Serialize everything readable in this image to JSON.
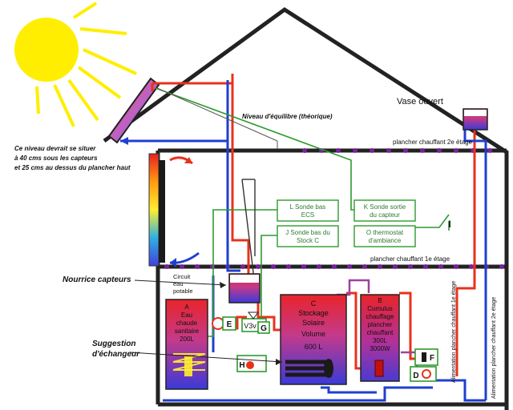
{
  "labels": {
    "vase_ouvert": "Vase ouvert",
    "niveau_equilibre": "Niveau d'équilibre (théorique)",
    "note_line1": "Ce niveau devrait se situer",
    "note_line2": "à 40 cms sous les capteurs",
    "note_line3": "et 25 cms au dessus du plancher haut",
    "plancher_2e": "plancher chauffant 2e étage",
    "plancher_1e": "plancher chauffant 1e étage",
    "nourrice": "Nourrice capteurs",
    "suggestion_1": "Suggestion",
    "suggestion_2": "d'échangeur",
    "circuit_1": "Circuit",
    "circuit_2": "eau",
    "circuit_3": "potable",
    "alim_1e": "Alimentation plancher chauffant 1e étage",
    "alim_2e": "Alimentation plancher chauffant 2e étage"
  },
  "sensors": {
    "L_1": "L Sonde bas",
    "L_2": "ECS",
    "K_1": "K Sonde sortie",
    "K_2": "du capteur",
    "J_1": "J Sonde bas du",
    "J_2": "Stock C",
    "O_1": "O thermostat",
    "O_2": "d'ambiance"
  },
  "tanks": {
    "A": {
      "letter": "A",
      "l1": "Eau",
      "l2": "chaude",
      "l3": "sanitaire",
      "l4": "200L"
    },
    "C": {
      "letter": "C",
      "l1": "Stockage",
      "l2": "Solaire",
      "l3": "Volume",
      "l4": "600 L"
    },
    "B": {
      "letter": "B",
      "l1": "Cumulus",
      "l2": "chauffage",
      "l3": "plancher",
      "l4": "chauffant",
      "l5": "300L",
      "l6": "3000W"
    }
  },
  "components": {
    "E": "E",
    "G": "G",
    "v3v": "V3v",
    "H": "H",
    "F": "F",
    "D": "D",
    "I": "I"
  },
  "colors": {
    "hot": "#e8321c",
    "cold": "#1f3fd0",
    "green": "#2e9a2e",
    "sun": "#ffee00",
    "floor": "#7a1fa0"
  }
}
